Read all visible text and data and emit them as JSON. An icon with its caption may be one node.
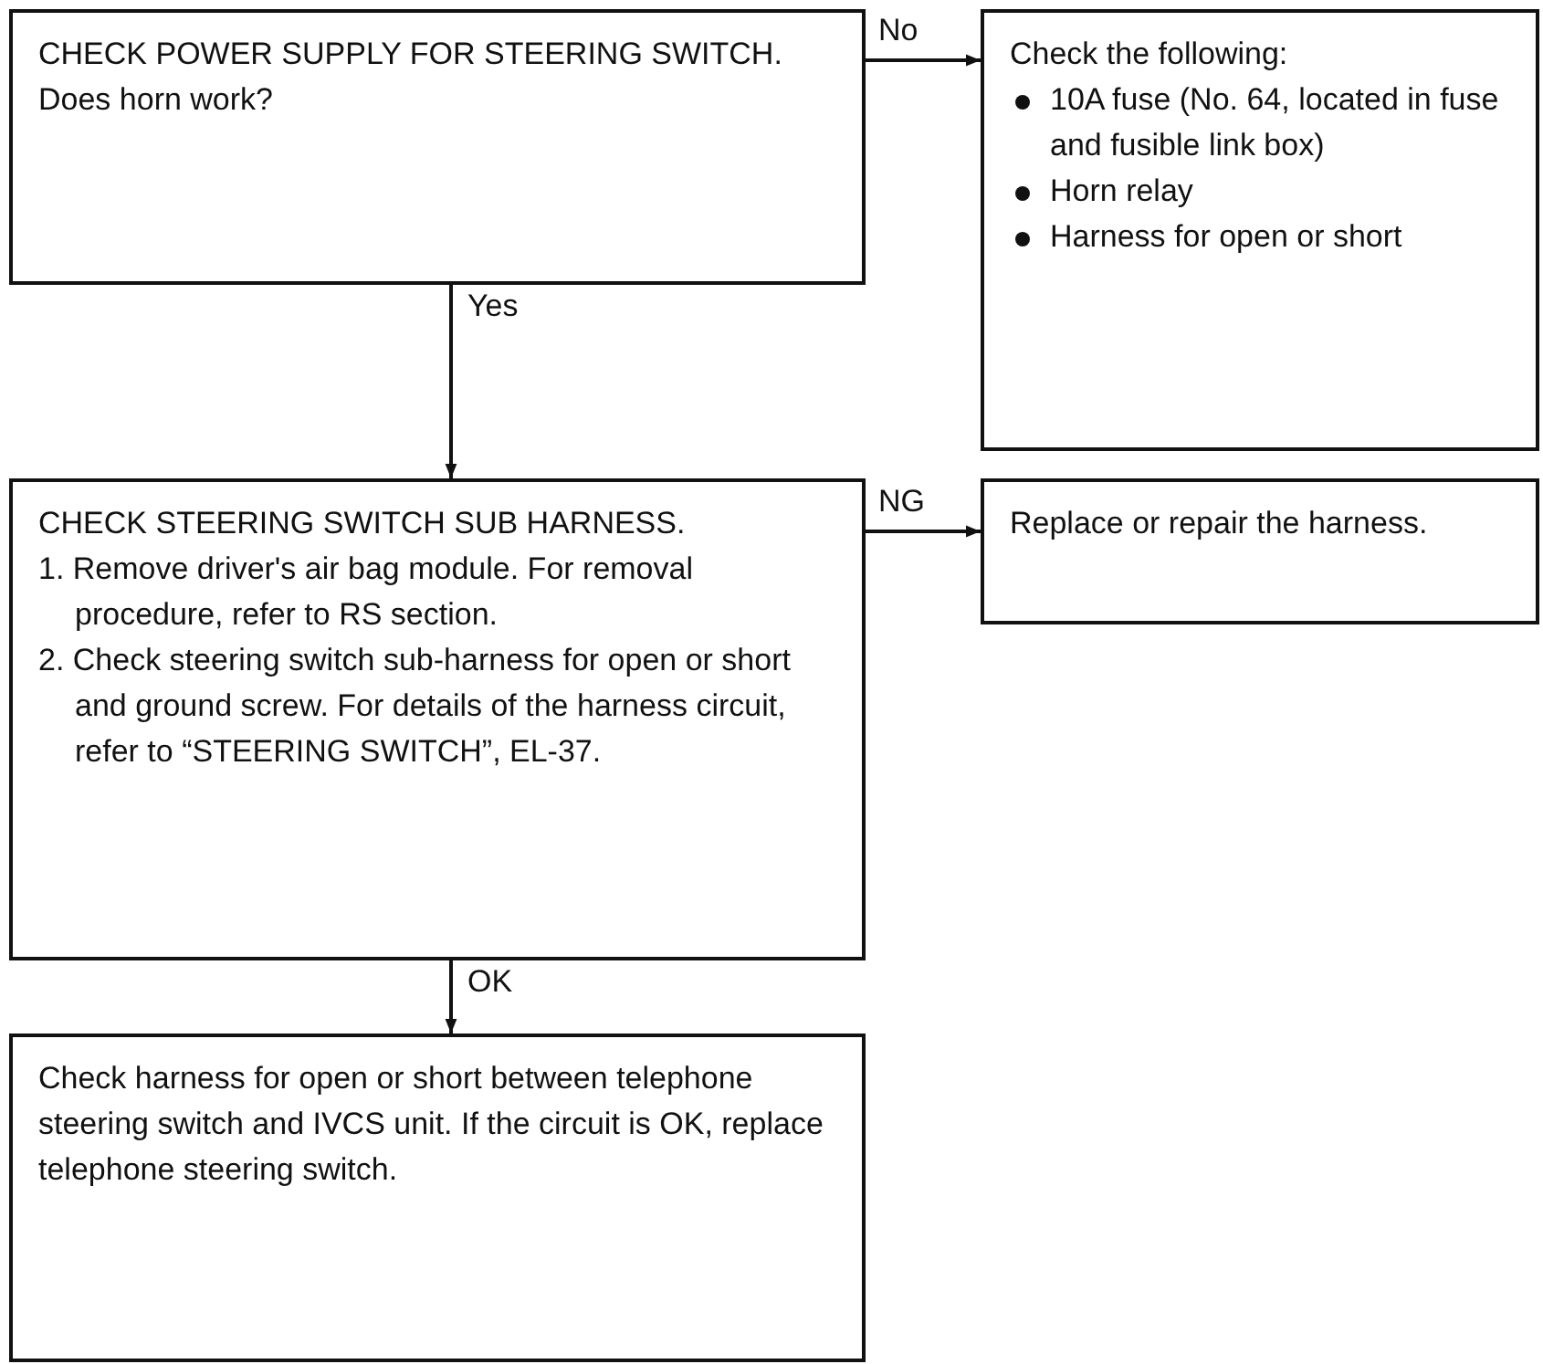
{
  "diagram": {
    "nodes": [
      {
        "text": [
          "CHECK POWER SUPPLY FOR STEERING SWITCH.",
          "Does horn work?"
        ]
      },
      {
        "text": [
          "Check the following:",
          "10A fuse (No. 64, located in fuse and fusible link box)",
          "Horn relay",
          "Harness for open or short"
        ]
      },
      {
        "text": [
          "CHECK STEERING SWITCH SUB HARNESS.",
          "1. Remove driver's air bag module. For removal procedure, refer to RS section.",
          "2. Check steering switch sub-harness for open or short and ground screw. For details of the harness circuit, refer to “STEERING SWITCH”, EL-37."
        ]
      },
      {
        "text": [
          "Replace or repair the harness."
        ]
      },
      {
        "text": [
          "Check harness for open or short between telephone steering switch and IVCS unit. If the circuit is OK, replace telephone steering switch."
        ]
      }
    ],
    "edges": [
      {
        "from": 0,
        "to": 1,
        "arrow": "to",
        "label": "No"
      },
      {
        "from": 0,
        "to": 2,
        "arrow": "to",
        "label": "Yes"
      },
      {
        "from": 2,
        "to": 3,
        "arrow": "to",
        "label": "NG"
      },
      {
        "from": 2,
        "to": 4,
        "arrow": "to",
        "label": "OK"
      }
    ]
  }
}
